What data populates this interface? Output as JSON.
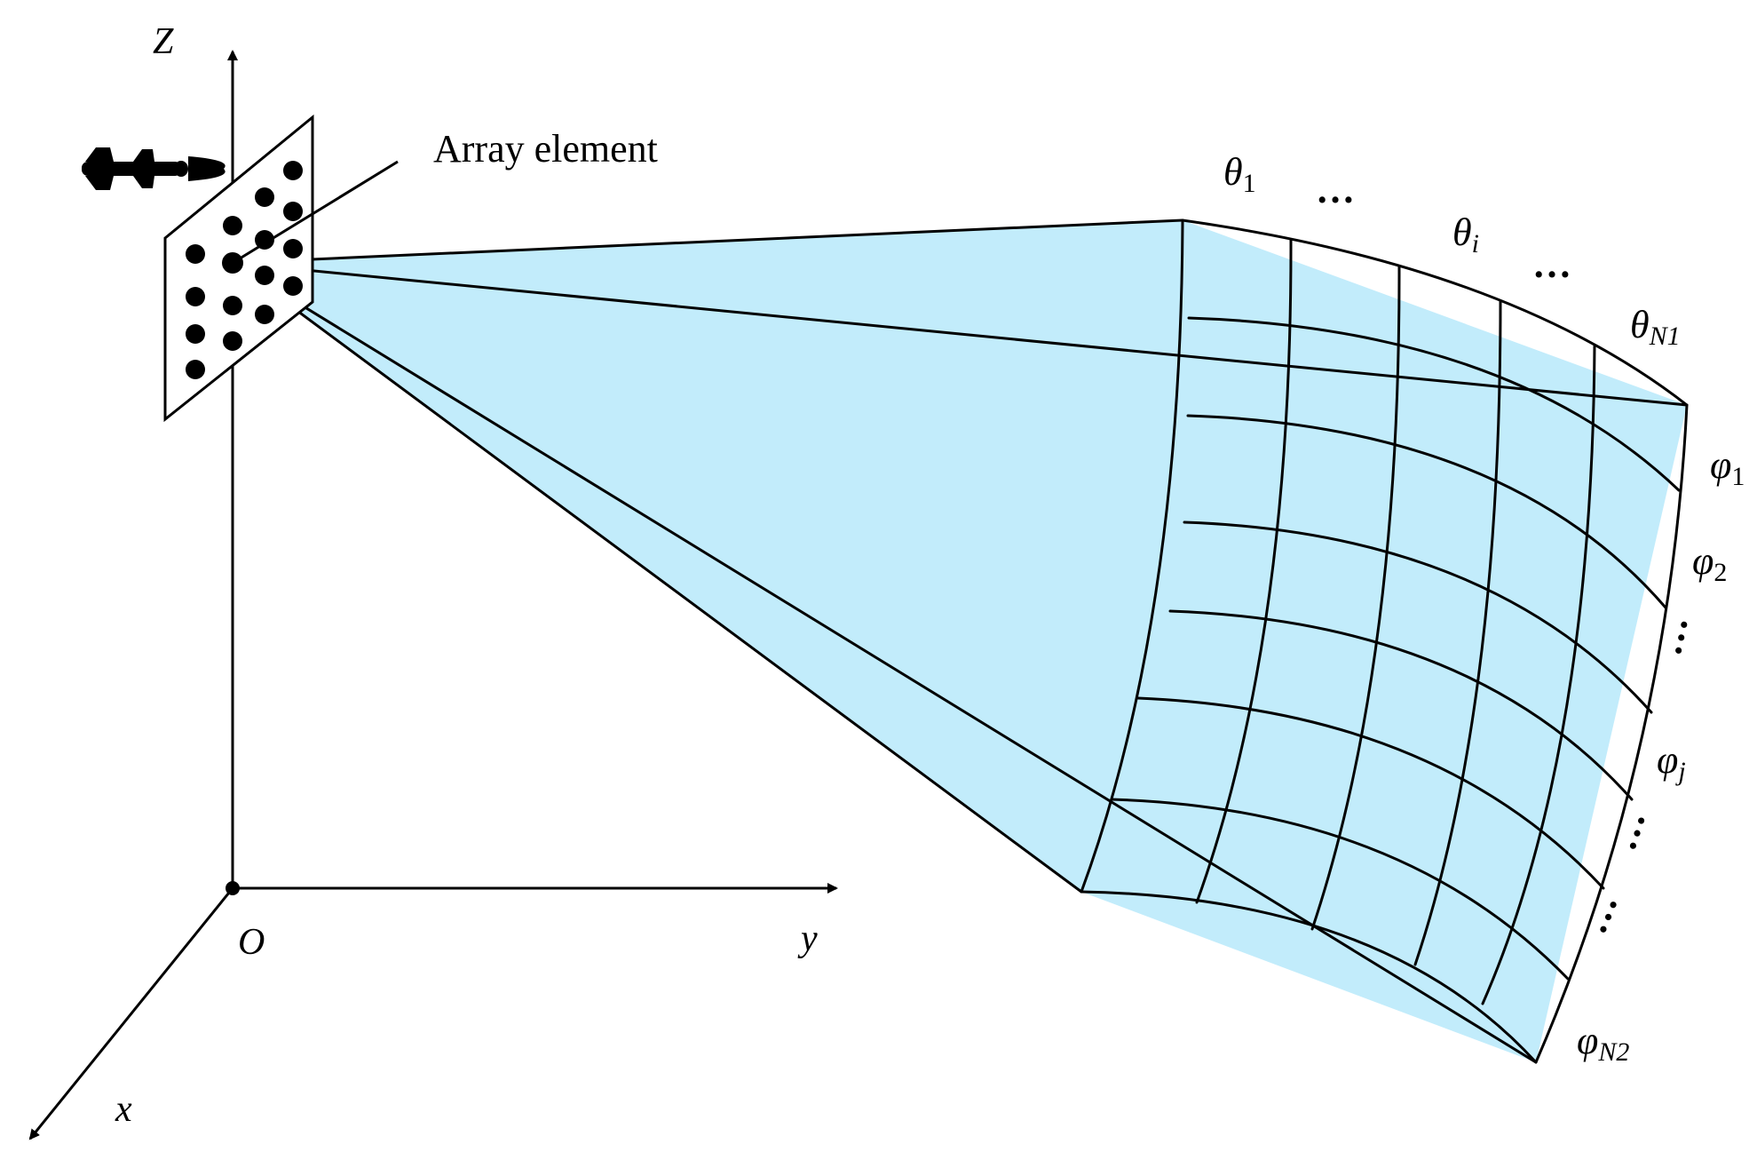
{
  "labels": {
    "z_axis": "Z",
    "y_axis": "y",
    "x_axis": "x",
    "origin": "O",
    "array_element": "Array element",
    "theta_1_sym": "θ",
    "theta_1_sub": "1",
    "theta_i_sym": "θ",
    "theta_i_sub": "i",
    "theta_n1_sym": "θ",
    "theta_n1_sub": "N1",
    "phi_1_sym": "φ",
    "phi_1_sub": "1",
    "phi_2_sym": "φ",
    "phi_2_sub": "2",
    "phi_j_sym": "φ",
    "phi_j_sub": "j",
    "phi_n2_sym": "φ",
    "phi_n2_sub": "N2",
    "ellipsis": "…"
  },
  "colors": {
    "beam_fill": "#c2ecfb",
    "line": "#000000"
  },
  "icons": {
    "missile": "missile-icon"
  }
}
